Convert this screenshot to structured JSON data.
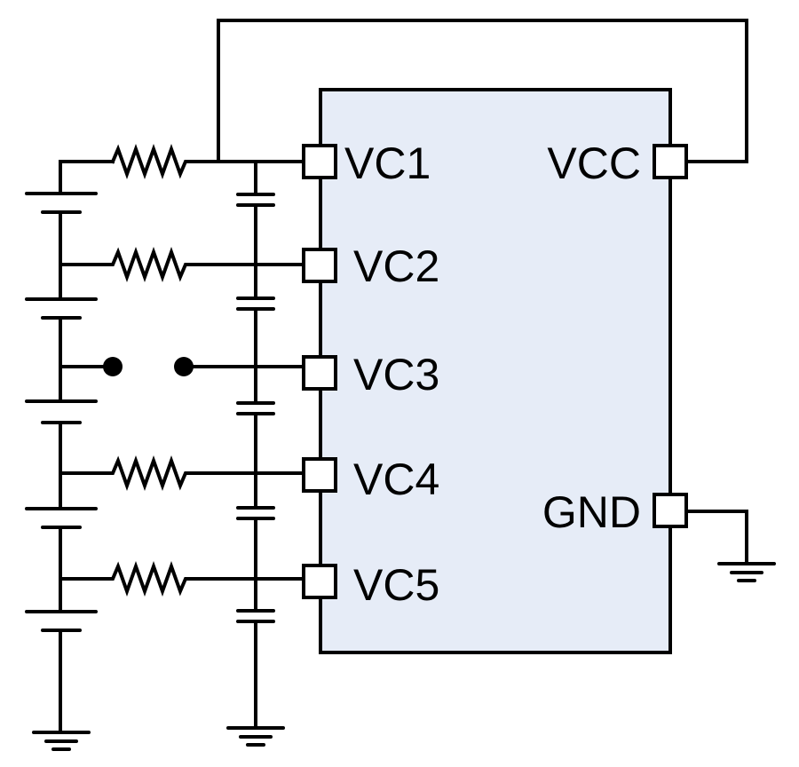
{
  "chip": {
    "fill": "#e6ecf7",
    "left_pins": [
      "VC1",
      "VC2",
      "VC3",
      "VC4",
      "VC5"
    ],
    "right_pins": [
      "VCC",
      "GND"
    ]
  },
  "components": {
    "cells": 5,
    "resistors": 4,
    "capacitors": 5,
    "ground_symbols": 3,
    "open_link_dots": 2
  }
}
